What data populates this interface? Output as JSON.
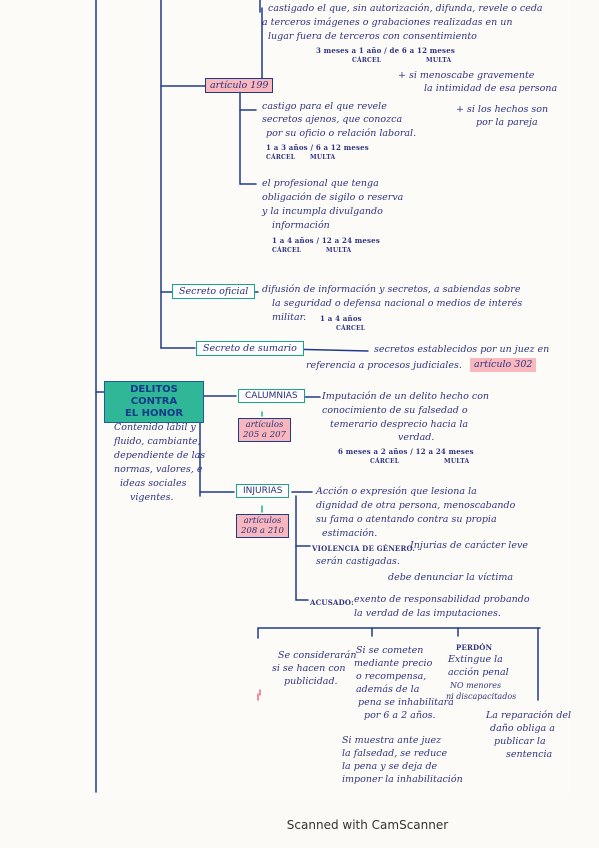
{
  "top_block": {
    "line1": "castigado el que, sin autorización, difunda, revele o ceda",
    "line2": "a terceros imágenes o grabaciones realizadas en un",
    "line3": "lugar fuera de terceros con consentimiento",
    "penalty": "3 meses a 1 año / de 6 a 12 meses",
    "carcel": "CÁRCEL",
    "multa": "MULTA",
    "note1": "+ si menoscabe gravemente",
    "note2": "la intimidad de esa persona"
  },
  "art199": {
    "label": "artículo 199",
    "a_line1": "castigo para el que revele",
    "a_line2": "secretos ajenos, que conozca",
    "a_line3": "por su oficio o relación laboral.",
    "a_penalty": "1 a 3 años / 6 a 12 meses",
    "a_carcel": "CÁRCEL",
    "a_multa": "MULTA",
    "side1": "+ si los hechos son",
    "side2": "por la pareja",
    "b_line1": "el profesional que tenga",
    "b_line2": "obligación de sigilo o reserva",
    "b_line3": "y la incumpla divulgando",
    "b_line4": "información",
    "b_penalty": "1 a 4 años / 12 a 24 meses",
    "b_carcel": "CÁRCEL",
    "b_multa": "MULTA"
  },
  "secreto_oficial": {
    "label": "Secreto oficial",
    "line1": "difusión de información y secretos, a sabiendas sobre",
    "line2": "la seguridad o defensa nacional o medios de interés",
    "line3": "militar.",
    "penalty": "1 a 4 años",
    "carcel": "CÁRCEL"
  },
  "secreto_sumario": {
    "label": "Secreto de sumario",
    "line1": "secretos establecidos por un juez en",
    "line2": "referencia a procesos judiciales.",
    "article": "artículo 302"
  },
  "honor": {
    "title_line1": "DELITOS CONTRA",
    "title_line2": "EL HONOR",
    "desc1": "Contenido lábil y",
    "desc2": "fluido, cambiante,",
    "desc3": "dependiente de las",
    "desc4": "normas, valores, e",
    "desc5": "ideas sociales",
    "desc6": "vigentes."
  },
  "calumnias": {
    "label": "CALUMNIAS",
    "articles_line1": "artículos",
    "articles_line2": "205 a 207",
    "line1": "Imputación de un delito hecho con",
    "line2": "conocimiento de su falsedad o",
    "line3": "temerario desprecio hacia la",
    "line4": "verdad.",
    "penalty": "6 meses a 2 años / 12 a 24 meses",
    "carcel": "CÁRCEL",
    "multa": "MULTA"
  },
  "injurias": {
    "label": "INJURIAS",
    "articles_line1": "artículos",
    "articles_line2": "208 a 210",
    "line1": "Acción o expresión que lesiona la",
    "line2": "dignidad de otra persona, menoscabando",
    "line3": "su fama o atentando contra su propia",
    "line4": "estimación.",
    "vg_label": "VIOLENCIA DE GÉNERO.",
    "vg_line1": "Injurias de carácter leve",
    "vg_line2": "serán castigadas.",
    "vg_note": "debe denunciar la víctima",
    "acusado_label": "ACUSADO:",
    "acusado_line1": "exento de responsabilidad probando",
    "acusado_line2": "la verdad de las imputaciones."
  },
  "bottom": {
    "c1_line1": "Se considerarán",
    "c1_line2": "si se hacen con",
    "c1_line3": "publicidad.",
    "c2_line1": "Si se cometen",
    "c2_line2": "mediante precio",
    "c2_line3": "o recompensa,",
    "c2_line4": "además de la",
    "c2_line5": "pena se inhabilitará",
    "c2_line6": "por 6 a 2 años.",
    "c2_sub1": "Si muestra ante juez",
    "c2_sub2": "la falsedad, se reduce",
    "c2_sub3": "la pena y se deja de",
    "c2_sub4": "imponer la inhabilitación",
    "c3_title": "PERDÓN",
    "c3_line1": "Extingue la",
    "c3_line2": "acción penal",
    "c3_line3": "NO menores",
    "c3_line4": "ni discapacitados",
    "c4_line1": "La reparación del",
    "c4_line2": "daño obliga a",
    "c4_line3": "publicar la",
    "c4_line4": "sentencia"
  },
  "footer": {
    "text": "Scanned with CamScanner"
  }
}
